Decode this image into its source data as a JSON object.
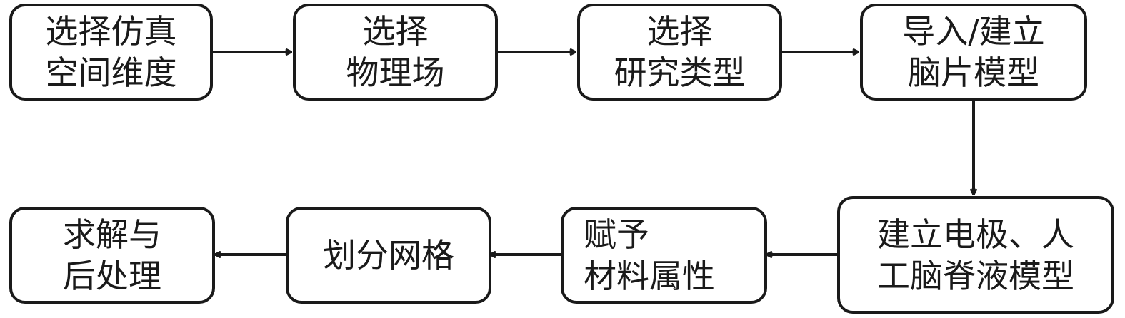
{
  "diagram": {
    "nodes": [
      {
        "id": "n1",
        "lines": [
          "选择仿真",
          "空间维度"
        ]
      },
      {
        "id": "n2",
        "lines": [
          "选择",
          "物理场"
        ]
      },
      {
        "id": "n3",
        "lines": [
          "选择",
          "研究类型"
        ]
      },
      {
        "id": "n4",
        "lines": [
          "导入/建立",
          "脑片模型"
        ]
      },
      {
        "id": "n5",
        "lines": [
          "建立电极、人",
          "工脑脊液模型"
        ]
      },
      {
        "id": "n6",
        "lines": [
          "赋予",
          "材料属性"
        ]
      },
      {
        "id": "n7",
        "lines": [
          "划分网格"
        ]
      },
      {
        "id": "n8",
        "lines": [
          "求解与",
          "后处理"
        ]
      }
    ],
    "edges": [
      {
        "from": "n1",
        "to": "n2"
      },
      {
        "from": "n2",
        "to": "n3"
      },
      {
        "from": "n3",
        "to": "n4"
      },
      {
        "from": "n4",
        "to": "n5"
      },
      {
        "from": "n5",
        "to": "n6"
      },
      {
        "from": "n6",
        "to": "n7"
      },
      {
        "from": "n7",
        "to": "n8"
      }
    ],
    "colors": {
      "stroke": "#1a1a1a",
      "fill": "#ffffff"
    }
  }
}
